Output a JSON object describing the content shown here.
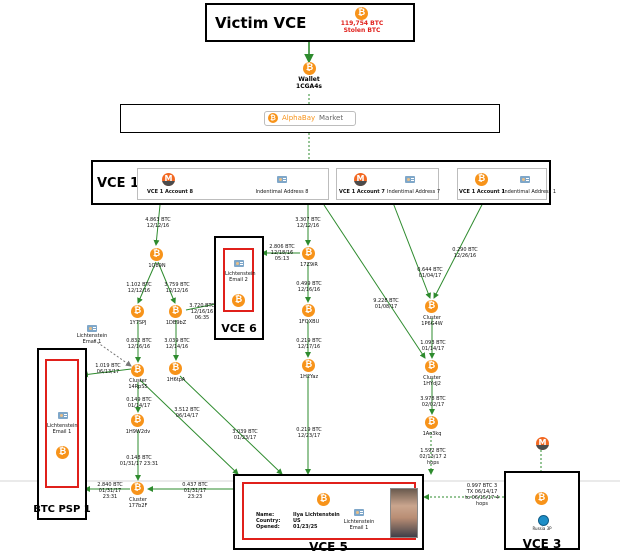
{
  "top": {
    "title": "Victim VCE",
    "amount": "119,754 BTC",
    "subtitle": "Stolen BTC"
  },
  "wallet": {
    "label": "Wallet",
    "id": "1CGA4s"
  },
  "market": {
    "prefix": "AlphaBay",
    "suffix": "Market"
  },
  "vce1": {
    "title": "VCE 1",
    "accounts": [
      {
        "account": "VCE 1 Account 8",
        "address": "Indentimal Address 8"
      },
      {
        "account": "VCE 1 Account 7",
        "address": "Indentimal Address 7"
      },
      {
        "account": "VCE 1 Account 1",
        "address": "Indentimal Address 1"
      }
    ]
  },
  "vce6": {
    "title": "VCE 6",
    "email": "Lichtenstein Email 2"
  },
  "psp1": {
    "title": "BTC PSP 1",
    "email": "Lichtenstein Email 1"
  },
  "vce5": {
    "title": "VCE 5",
    "name_label": "Name:",
    "name": "Ilya Lichtenstein",
    "country_label": "Country:",
    "country": "US",
    "opened_label": "Opened:",
    "opened": "01/23/25",
    "email": "Lichtenstein Email 1"
  },
  "vce3": {
    "title": "VCE 3",
    "logo_text": "Russia 3P"
  },
  "loose_email": "Lichtenstein Email 1",
  "nodes": {
    "n1": "1Q89N",
    "n2": "1Y7SPJ",
    "n3": "1DB9bZ",
    "n4": "1H6tpA",
    "n5": "Cluster 14RpS5",
    "n6": "1H9W2dv",
    "n7": "Cluster 177b2F",
    "n8": "17Z9iR",
    "n9": "1FQXBU",
    "n10": "1H2Yaz",
    "n11": "Cluster 1P6G4W",
    "n12": "Cluster 1HYdJ2",
    "n13": "1Ao3kq"
  },
  "edges": {
    "e1": "4.863 BTC 12/12/16",
    "e2": "1.102 BTC 12/12/16",
    "e3": "3.759 BTC 12/12/16",
    "e4": "3.720 BTC 12/16/16 06:35",
    "e5": "3.039 BTC 12/14/16",
    "e6": "0.832 BTC 12/16/16",
    "e7": "1.019 BTC 06/13/17",
    "e8": "3.512 BTC 06/14/17",
    "e9": "3.039 BTC 01/23/17",
    "e10": "0.149 BTC 01/14/17",
    "e11": "0.148 BTC 01/31/17 23:31",
    "e12": "2.840 BTC 01/31/17 23:31",
    "e13": "0.437 BTC 01/31/17 23:23",
    "e14": "3.307 BTC 12/12/16",
    "e15": "2.806 BTC 12/18/16 05:13",
    "e16": "0.499 BTC 12/16/16",
    "e17": "0.219 BTC 12/17/16",
    "e18": "0.219 BTC 12/23/17",
    "e19": "9.228 BTC 01/08/17",
    "e20": "0.290 BTC 12/26/16",
    "e21": "0.644 BTC 01/04/17",
    "e22": "1.093 BTC 01/14/17",
    "e23": "3.978 BTC 02/02/17",
    "e24": "1.592 BTC 02/13/17 2 hops",
    "e25": "0.997 BTC 3 TX 06/14/17 to 06/15/17 4 hops"
  },
  "colors": {
    "red": "#e0201b",
    "green": "#2e8b2e",
    "bitcoin": "#f7931a"
  }
}
